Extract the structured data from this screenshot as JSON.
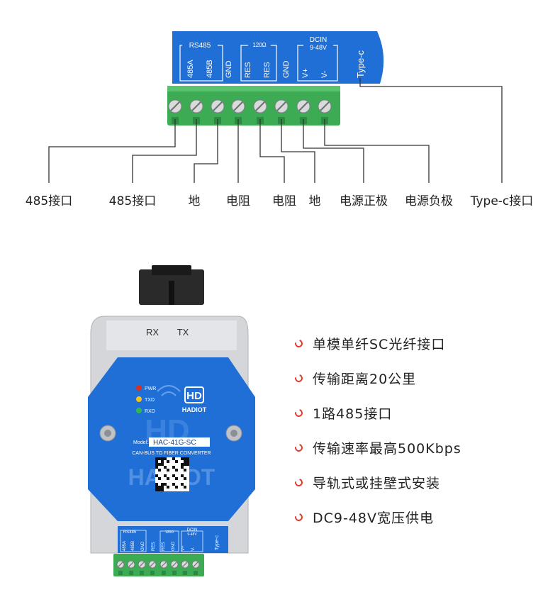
{
  "top_panel": {
    "group_rs485": "RS485",
    "group_120": "120Ω",
    "group_dcin": "DCIN",
    "group_dcin_range": "9-48V",
    "pins": [
      "485A",
      "485B",
      "GND",
      "RES",
      "RES",
      "GND",
      "V+",
      "V-"
    ],
    "typec": "Type-c"
  },
  "callouts": [
    "485接口",
    "485接口",
    "地",
    "电阻",
    "电阻",
    "地",
    "电源正极",
    "电源负极",
    "Type-c接口"
  ],
  "device": {
    "rx": "RX",
    "tx": "TX",
    "led_pwr": "PWR",
    "led_txd": "TXD",
    "led_rxd": "RXD",
    "brand": "HADIOT",
    "model_prefix": "Model:",
    "model": "HAC-41G-SC",
    "subtitle": "CAN-BUS TO FIBER CONVERTER",
    "big_brand": "HADIOT",
    "bottom_group_rs485": "RS485",
    "bottom_group_120": "120Ω",
    "bottom_group_dcin": "DCIN",
    "bottom_group_dcin_range": "9-48V",
    "bottom_pins": [
      "485A",
      "485B",
      "GND",
      "RES",
      "RES",
      "GND",
      "V+",
      "V-"
    ],
    "bottom_typec": "Type-c"
  },
  "features": [
    "单模单纤SC光纤接口",
    "传输距离20公里",
    "1路485接口",
    "传输速率最高500Kbps",
    "导轨式或挂壁式安装",
    "DC9-48V宽压供电"
  ],
  "colors": {
    "panel_blue": "#1f6fd6",
    "terminal_green": "#3dab54",
    "bullet_red": "#e23b2e",
    "line": "#333333"
  }
}
